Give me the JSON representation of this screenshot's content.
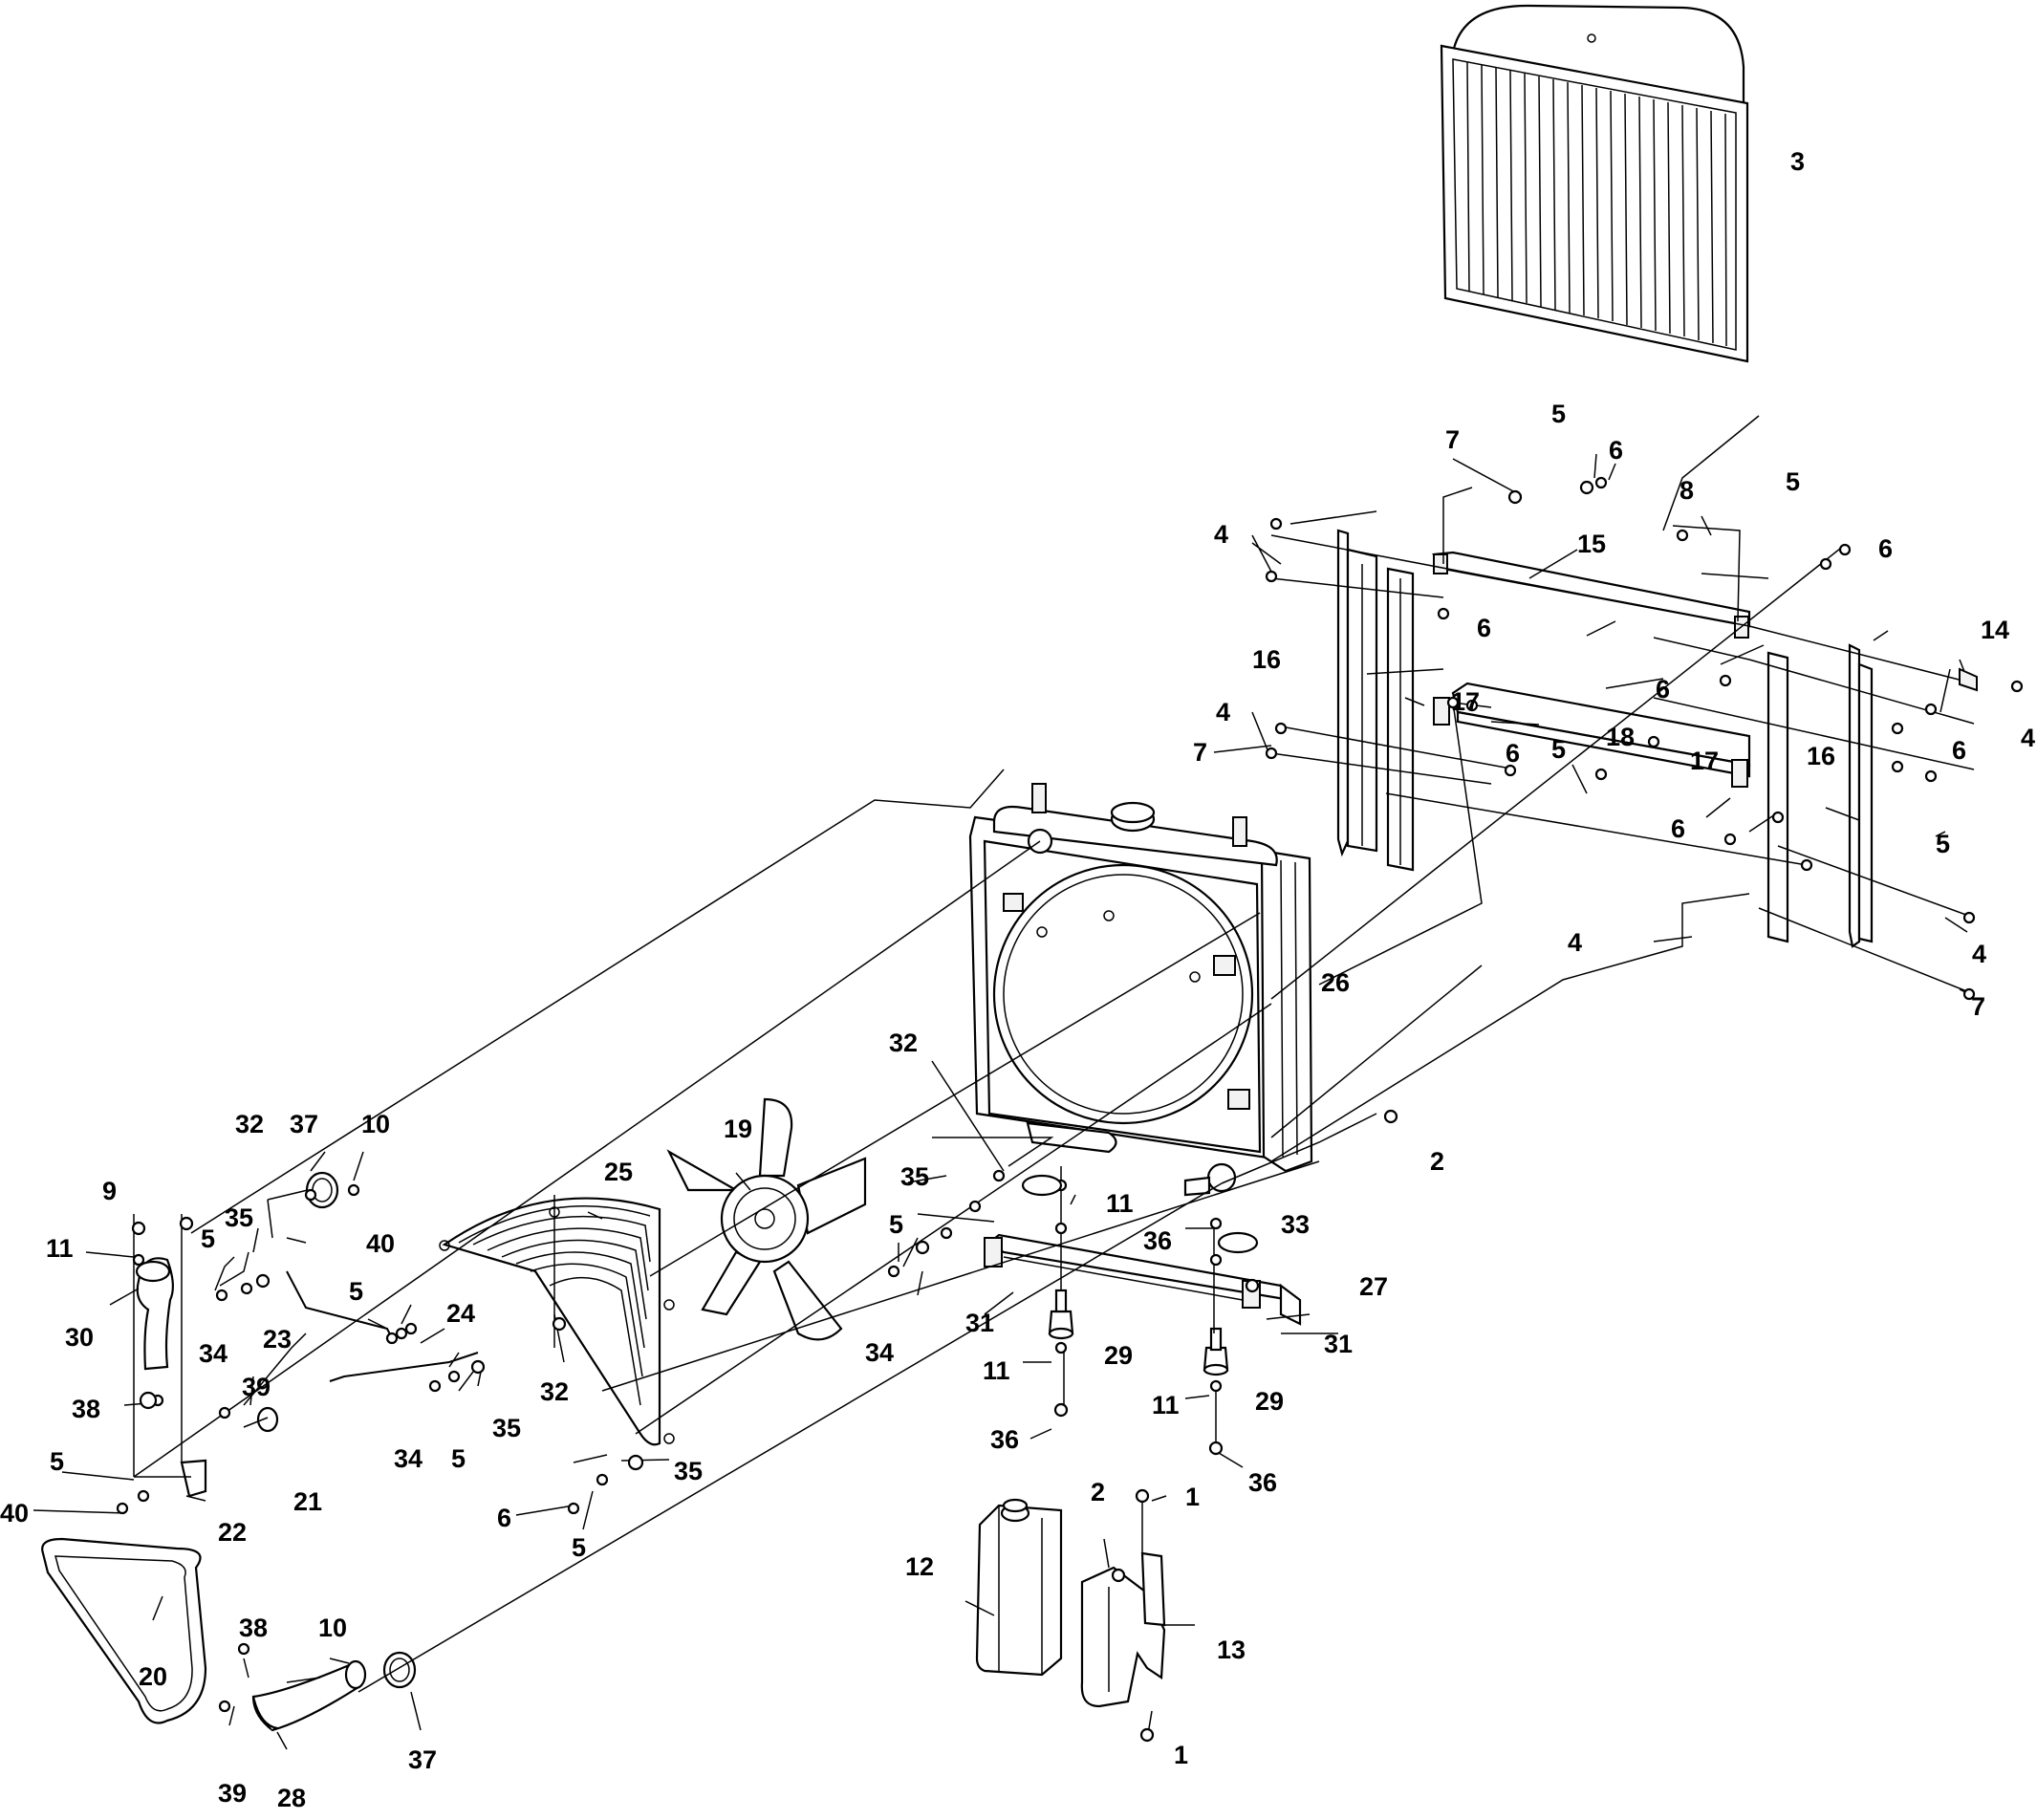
{
  "callouts": {
    "c3": "3",
    "c7a": "7",
    "c5a": "5",
    "c6a": "6",
    "c8": "8",
    "c5b": "5",
    "c6b": "6",
    "c4a": "4",
    "c15": "15",
    "c6c": "6",
    "c16a": "16",
    "c17a": "17",
    "c14": "14",
    "c4b": "4",
    "c6d": "6",
    "c6e": "6",
    "c5c": "5",
    "c4c": "4",
    "c16b": "16",
    "c17b": "17",
    "c6f": "6",
    "c7b": "7",
    "c18": "18",
    "c5d": "5",
    "c6g": "6",
    "c4d": "4",
    "c4e": "4",
    "c7c": "7",
    "c26": "26",
    "c32a": "32",
    "c2a": "2",
    "c19": "19",
    "c25": "25",
    "c35a": "35",
    "c5e": "5",
    "c11a": "11",
    "c36a": "36",
    "c33": "33",
    "c27": "27",
    "c34a": "34",
    "c31a": "31",
    "c31b": "31",
    "c29a": "29",
    "c11b": "11",
    "c36b": "36",
    "c29b": "29",
    "c11c": "11",
    "c36c": "36",
    "c32b": "32",
    "c37a": "37",
    "c10a": "10",
    "c9": "9",
    "c11d": "11",
    "c5f": "5",
    "c35b": "35",
    "c40a": "40",
    "c30": "30",
    "c34b": "34",
    "c23": "23",
    "c5g": "5",
    "c24": "24",
    "c32c": "32",
    "c38a": "38",
    "c39a": "39",
    "c34c": "34",
    "c5h": "5",
    "c35c": "35",
    "c21": "21",
    "c5i": "5",
    "c40b": "40",
    "c22": "22",
    "c6h": "6",
    "c5j": "5",
    "c35d": "35",
    "c1a": "1",
    "c2b": "2",
    "c12": "12",
    "c13": "13",
    "c1b": "1",
    "c20": "20",
    "c38b": "38",
    "c10b": "10",
    "c39b": "39",
    "c28": "28",
    "c37b": "37"
  }
}
